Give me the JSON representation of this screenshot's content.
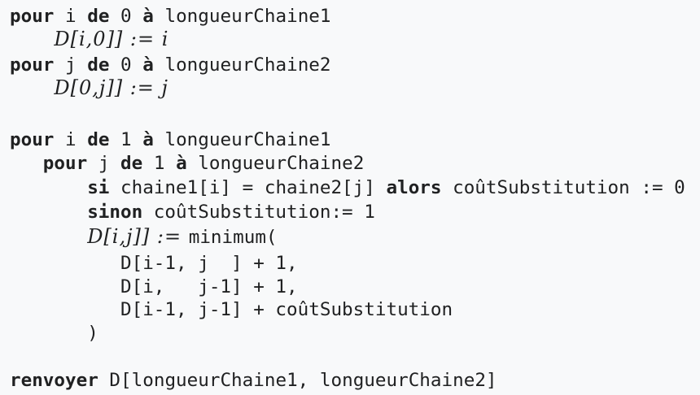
{
  "lines": [
    {
      "indent": 0,
      "segments": [
        {
          "k": "kw",
          "t": "pour"
        },
        {
          "k": "tx",
          "t": " i "
        },
        {
          "k": "kw",
          "t": "de"
        },
        {
          "k": "tx",
          "t": " 0 "
        },
        {
          "k": "kw",
          "t": "à"
        },
        {
          "k": "tx",
          "t": " longueurChaine1"
        }
      ]
    },
    {
      "indent": 4,
      "segments": [
        {
          "k": "math",
          "t": "D[i,0]] := i"
        }
      ]
    },
    {
      "indent": 0,
      "segments": [
        {
          "k": "kw",
          "t": "pour"
        },
        {
          "k": "tx",
          "t": " j "
        },
        {
          "k": "kw",
          "t": "de"
        },
        {
          "k": "tx",
          "t": " 0 "
        },
        {
          "k": "kw",
          "t": "à"
        },
        {
          "k": "tx",
          "t": " longueurChaine2"
        }
      ]
    },
    {
      "indent": 4,
      "segments": [
        {
          "k": "math",
          "t": "D[0,j]] := j"
        }
      ]
    },
    {
      "indent": 0,
      "segments": [
        {
          "k": "kw",
          "t": "pour"
        },
        {
          "k": "tx",
          "t": " i "
        },
        {
          "k": "kw",
          "t": "de"
        },
        {
          "k": "tx",
          "t": " 1 "
        },
        {
          "k": "kw",
          "t": "à"
        },
        {
          "k": "tx",
          "t": " longueurChaine1"
        }
      ]
    },
    {
      "indent": 3,
      "segments": [
        {
          "k": "kw",
          "t": "pour"
        },
        {
          "k": "tx",
          "t": " j "
        },
        {
          "k": "kw",
          "t": "de"
        },
        {
          "k": "tx",
          "t": " 1 "
        },
        {
          "k": "kw",
          "t": "à"
        },
        {
          "k": "tx",
          "t": " longueurChaine2"
        }
      ]
    },
    {
      "indent": 7,
      "segments": [
        {
          "k": "kw",
          "t": "si"
        },
        {
          "k": "tx",
          "t": " chaine1[i] = chaine2[j] "
        },
        {
          "k": "kw",
          "t": "alors"
        },
        {
          "k": "tx",
          "t": " coûtSubstitution := 0"
        }
      ]
    },
    {
      "indent": 7,
      "segments": [
        {
          "k": "kw",
          "t": "sinon"
        },
        {
          "k": "tx",
          "t": " coûtSubstitution:= 1"
        }
      ]
    },
    {
      "indent": 7,
      "segments": [
        {
          "k": "math",
          "t": "D[i,j]] := "
        },
        {
          "k": "tx",
          "t": "minimum("
        }
      ]
    },
    {
      "indent": 10,
      "segments": [
        {
          "k": "tx",
          "t": "D[i-1, j  ] + 1,"
        }
      ]
    },
    {
      "indent": 10,
      "segments": [
        {
          "k": "tx",
          "t": "D[i,   j-1] + 1,"
        }
      ]
    },
    {
      "indent": 10,
      "segments": [
        {
          "k": "tx",
          "t": "D[i-1, j-1] + coûtSubstitution"
        }
      ]
    },
    {
      "indent": 7,
      "segments": [
        {
          "k": "tx",
          "t": ")"
        }
      ]
    },
    {
      "indent": 0,
      "segments": [
        {
          "k": "kw",
          "t": "renvoyer"
        },
        {
          "k": "tx",
          "t": " D[longueurChaine1, longueurChaine2]"
        }
      ]
    }
  ]
}
